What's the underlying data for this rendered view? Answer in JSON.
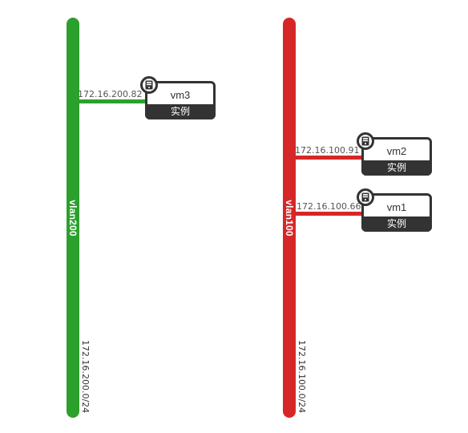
{
  "networks": [
    {
      "name": "vlan200",
      "cidr": "172.16.200.0/24",
      "color": "#2ca02c"
    },
    {
      "name": "vlan100",
      "cidr": "172.16.100.0/24",
      "color": "#d62728"
    }
  ],
  "instances": [
    {
      "name": "vm3",
      "type": "实例",
      "ip": "172.16.200.82",
      "network": "vlan200"
    },
    {
      "name": "vm2",
      "type": "实例",
      "ip": "172.16.100.91",
      "network": "vlan100"
    },
    {
      "name": "vm1",
      "type": "实例",
      "ip": "172.16.100.66",
      "network": "vlan100"
    }
  ],
  "icons": {
    "instance": "server-icon"
  }
}
